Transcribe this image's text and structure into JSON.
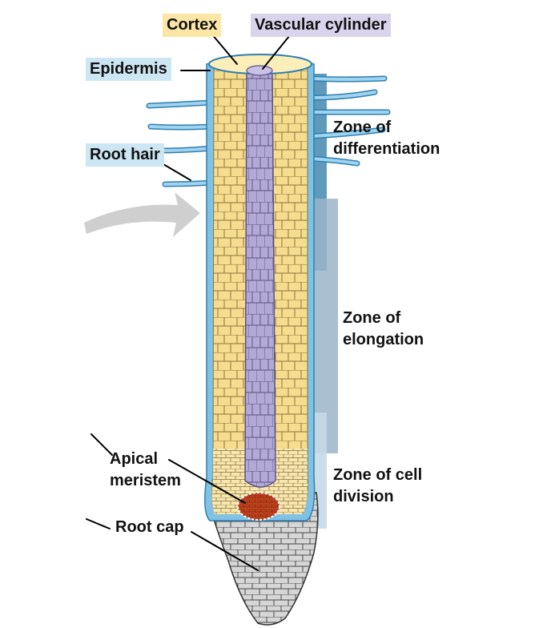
{
  "labels": {
    "cortex": "Cortex",
    "vascular_cylinder": "Vascular cylinder",
    "epidermis": "Epidermis",
    "root_hair": "Root hair",
    "zone_differentiation": [
      "Zone of",
      "differentiation"
    ],
    "zone_elongation": [
      "Zone of",
      "elongation"
    ],
    "zone_cell_division": [
      "Zone of cell",
      "division"
    ],
    "apical_meristem": [
      "Apical",
      "meristem"
    ],
    "root_cap": "Root cap"
  },
  "colors": {
    "cortex": "#f6dd8e",
    "vascular_cylinder": "#b3a9d6",
    "epidermis": "#7fc2e6",
    "root_cap": "#d6d6d6",
    "meristem": "#c0431d",
    "zone_differentiation_bar": "#4e8fb3",
    "zone_elongation_bar": "#9bb4c8",
    "zone_cell_division_bar": "#c7d8e5"
  }
}
